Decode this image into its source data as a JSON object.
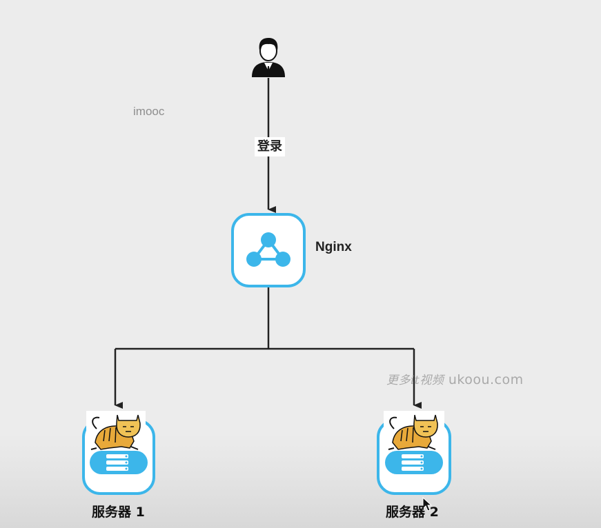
{
  "watermark": "imooc",
  "edges": {
    "login_label": "登录"
  },
  "nodes": {
    "user": {
      "icon": "user-icon"
    },
    "nginx": {
      "label": "Nginx",
      "icon": "share-network-icon",
      "accent": "#3cb6ea"
    },
    "server1": {
      "label": "服务器 1",
      "icon": "tomcat-server-icon"
    },
    "server2": {
      "label": "服务器 2",
      "icon": "tomcat-server-icon"
    }
  },
  "overlay": {
    "site_prefix": "更多it视频",
    "site_domain": "ukoou.com"
  },
  "colors": {
    "background": "#ececec",
    "line": "#222222",
    "accent": "#3cb6ea"
  }
}
